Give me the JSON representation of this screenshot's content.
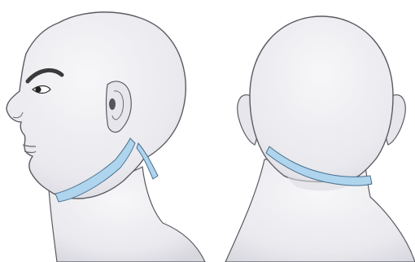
{
  "figure": {
    "views": [
      "side-view",
      "back-view"
    ]
  },
  "colors": {
    "background": "#ffffff",
    "skin": "#efeff2",
    "skin_shadow": "#dcdce2",
    "outline": "#5a5a62",
    "eyebrow": "#3a3a3a",
    "highlight_band": "#aed4ee",
    "band_outline": "#4a6f8c"
  },
  "icons": {
    "side": "head-profile-left",
    "back": "head-posterior"
  }
}
